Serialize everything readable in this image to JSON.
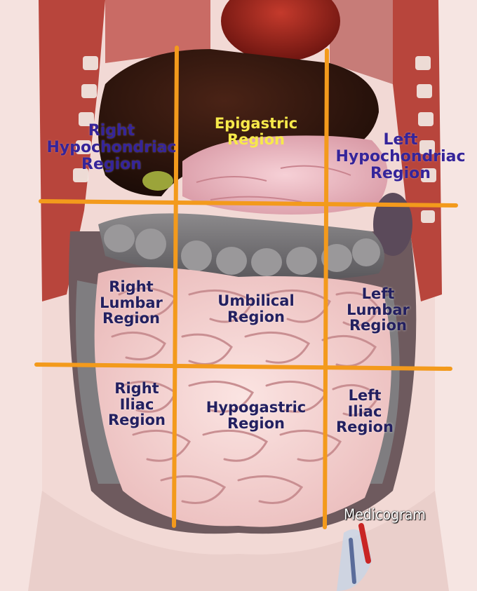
{
  "regions": {
    "right_hypochondriac": [
      "Right",
      "Hypochondriac",
      "Region"
    ],
    "epigastric": [
      "Epigastric",
      "Region"
    ],
    "left_hypochondriac": [
      "Left",
      "Hypochondriac",
      "Region"
    ],
    "right_lumbar": [
      "Right",
      "Lumbar",
      "Region"
    ],
    "umbilical": [
      "Umbilical",
      "Region"
    ],
    "left_lumbar": [
      "Left",
      "Lumbar",
      "Region"
    ],
    "right_iliac": [
      "Right",
      "Iliac",
      "Region"
    ],
    "hypogastric": [
      "Hypogastric",
      "Region"
    ],
    "left_iliac": [
      "Left",
      "Iliac",
      "Region"
    ]
  },
  "watermark": "Medicogram",
  "colors": {
    "grid_line": "#f39a1c",
    "upper_label": "#35249a",
    "lower_label": "#232060",
    "epigastric_label": "#f7e94a"
  }
}
